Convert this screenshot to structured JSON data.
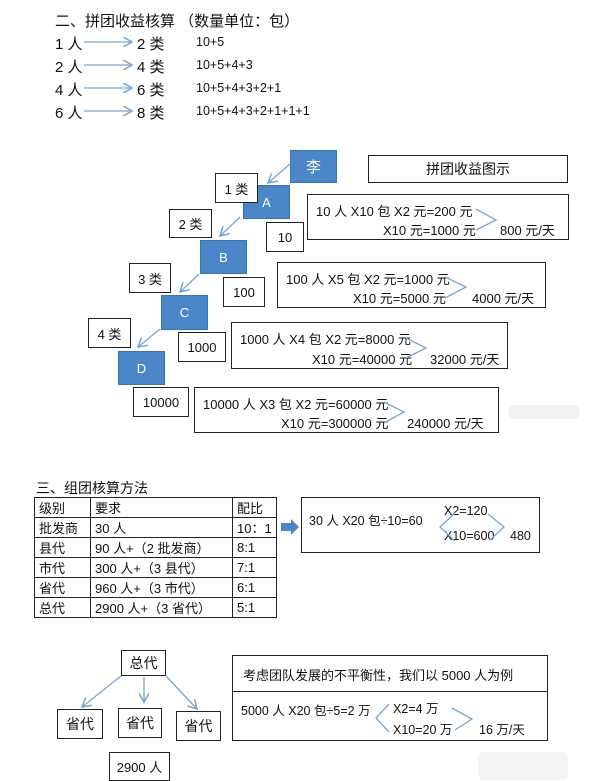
{
  "section2": {
    "heading": "二、拼团收益核算  （数量单位：包）",
    "rows": [
      {
        "people": "1 人",
        "types": "2 类",
        "formula": "10+5"
      },
      {
        "people": "2 人",
        "types": "4 类",
        "formula": "10+5+4+3"
      },
      {
        "people": "4 人",
        "types": "6 类",
        "formula": "10+5+4+3+2+1"
      },
      {
        "people": "6 人",
        "types": "8 类",
        "formula": "10+5+4+3+2+1+1+1"
      }
    ]
  },
  "diagram": {
    "title": "拼团收益图示",
    "root": "李",
    "nodes": [
      "A",
      "B",
      "C",
      "D"
    ],
    "type_labels": [
      "1 类",
      "2 类",
      "3 类",
      "4 类"
    ],
    "counts": [
      "10",
      "100",
      "1000",
      "10000"
    ],
    "calcs": [
      {
        "line1": "10 人 X10 包 X2 元=200 元",
        "line2": "X10 元=1000 元",
        "result": "800 元/天"
      },
      {
        "line1": "100 人 X5 包 X2 元=1000 元",
        "line2": "X10 元=5000 元",
        "result": "4000 元/天"
      },
      {
        "line1": "1000 人 X4 包 X2 元=8000 元",
        "line2": "X10 元=40000 元",
        "result": "32000 元/天"
      },
      {
        "line1": "10000 人 X3 包 X2 元=60000 元",
        "line2": "X10 元=300000 元",
        "result": "240000 元/天"
      }
    ]
  },
  "section3": {
    "heading": "三、组团核算方法",
    "table": {
      "headers": [
        "级别",
        "要求",
        "配比"
      ],
      "rows": [
        [
          "批发商",
          "30 人",
          "10：1"
        ],
        [
          "县代",
          "90 人+（2 批发商）",
          "8:1"
        ],
        [
          "市代",
          "300 人+（3 县代）",
          "7:1"
        ],
        [
          "省代",
          "960 人+（3 市代）",
          "6:1"
        ],
        [
          "总代",
          "2900 人+（3 省代）",
          "5:1"
        ]
      ]
    },
    "calc": {
      "line1": "30 人 X20 包÷10=60",
      "x2": "X2=120",
      "x10": "X10=600",
      "result": "480"
    }
  },
  "tree": {
    "root": "总代",
    "children": [
      "省代",
      "省代",
      "省代"
    ],
    "total": "2900 人"
  },
  "example": {
    "title": "考虑团队发展的不平衡性，我们以 5000 人为例",
    "line1": "5000 人 X20 包÷5=2 万",
    "x2": "X2=4 万",
    "x10": "X10=20 万",
    "result": "16 万/天"
  }
}
